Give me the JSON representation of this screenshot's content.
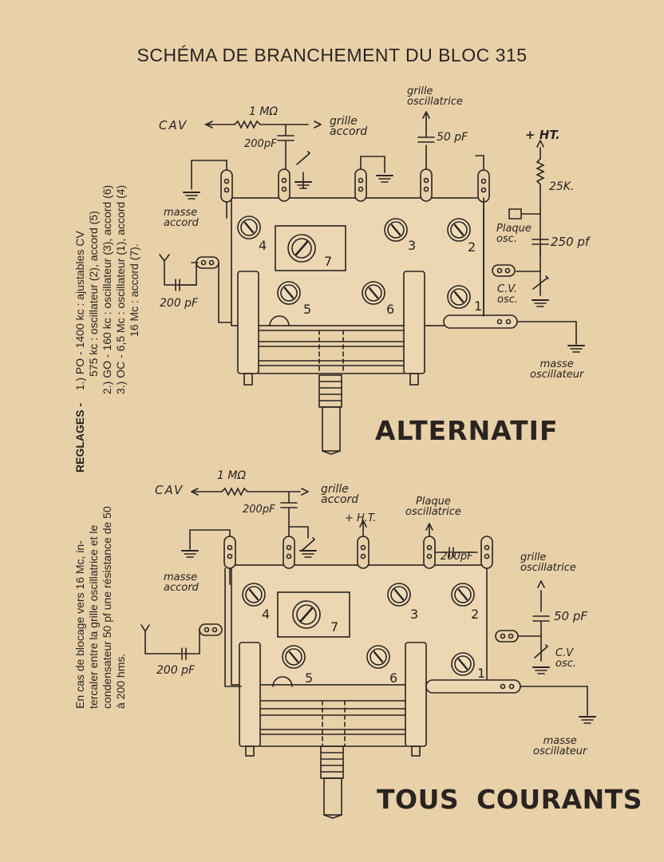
{
  "title": "SCHÉMA DE BRANCHEMENT DU BLOC 315",
  "reglages": {
    "heading": "REGLAGES -",
    "lines": [
      "1.) PO - 1400 kc : ajustables CV",
      "575 kc : oscillateur (2), accord (5)",
      "2.) GO - 160 kc : oscillateur (3), accord (6)",
      "3.) OC - 6,5 Mc : oscillateur (1), accord (4)",
      "16 Mc : accord (7)."
    ]
  },
  "note": {
    "lines": [
      "En cas de blocage vers 16 Mc, in-",
      "tercaler entre la grille oscillatrice et le",
      "condensateur 50 pf une résistance de 50",
      "à 200 hms."
    ]
  },
  "alternatif": {
    "label": "ALTERNATIF",
    "cav": "CAV",
    "resistor": "1 MΩ",
    "grille_accord": [
      "grille",
      "accord"
    ],
    "c200_top": "200pF",
    "grille_osc": [
      "grille",
      "oscillatrice"
    ],
    "c50": "50 pF",
    "ht": "+ HT.",
    "r25k": "25K.",
    "plaque_osc": [
      "Plaque",
      "osc."
    ],
    "c250": "250 pf",
    "cv_osc": [
      "C.V.",
      "osc."
    ],
    "masse_accord": [
      "masse",
      "accord"
    ],
    "masse_osc": [
      "masse",
      "oscillateur"
    ],
    "c200_ant": "200 pF",
    "trimmers": [
      "4",
      "3",
      "2",
      "7",
      "5",
      "6",
      "1"
    ]
  },
  "tous_courants": {
    "label": "TOUS COURANTS",
    "cav": "CAV",
    "resistor": "1 MΩ",
    "grille_accord": [
      "grille",
      "accord"
    ],
    "c200_top": "200pF",
    "ht": "+ H.T.",
    "plaque_osc": [
      "Plaque",
      "oscillatrice"
    ],
    "c200_plaque": "200pF",
    "grille_osc": [
      "grille",
      "oscillatrice"
    ],
    "c50": "50 pF",
    "cv_osc": [
      "C.V",
      "osc."
    ],
    "masse_accord": [
      "masse",
      "accord"
    ],
    "masse_osc": [
      "masse",
      "oscillateur"
    ],
    "c200_ant": "200 pF",
    "trimmers": [
      "4",
      "3",
      "2",
      "7",
      "5",
      "6",
      "1"
    ]
  }
}
